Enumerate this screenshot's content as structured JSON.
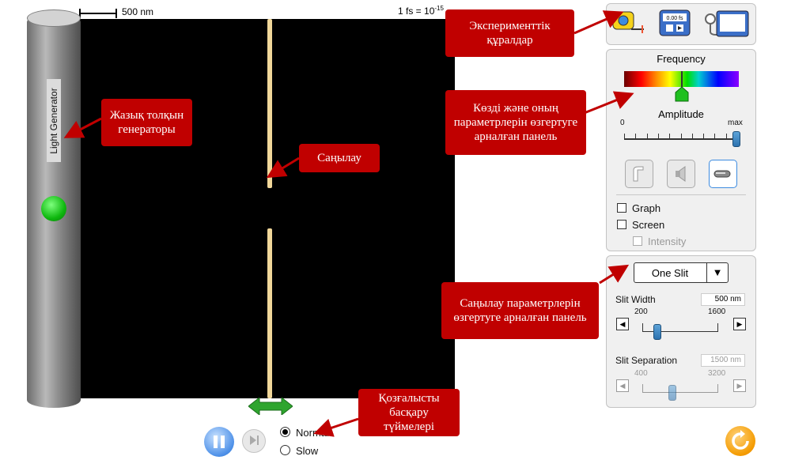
{
  "top": {
    "scale_text": "500 nm",
    "time_text": "1 fs = 10",
    "time_exp": "-15"
  },
  "generator": {
    "label": "Light Generator"
  },
  "playback": {
    "normal_label": "Normal",
    "slow_label": "Slow",
    "selected": "Normal"
  },
  "frequency": {
    "title": "Frequency"
  },
  "amplitude": {
    "title": "Amplitude",
    "min_label": "0",
    "max_label": "max",
    "value": 1.0
  },
  "options": {
    "graph_label": "Graph",
    "screen_label": "Screen",
    "intensity_label": "Intensity"
  },
  "slit": {
    "select_value": "One Slit",
    "width_label": "Slit Width",
    "width_value": "500 nm",
    "width_min": "200",
    "width_max": "1600",
    "separation_label": "Slit Separation",
    "separation_value": "1500 nm",
    "separation_min": "400",
    "separation_max": "3200"
  },
  "callouts": {
    "tools": "Эксперименттік құралдар",
    "source_panel": "Көзді және оның параметрлерін өзгертуге арналған панель",
    "generator": "Жазық толқын генераторы",
    "slit": "Саңылау",
    "slit_panel": "Саңылау параметрлерін өзгертуге арналған панель",
    "controls": "Қозғалысты басқару түймелері"
  },
  "colors": {
    "callout": "#c00000",
    "barrier": "#f1d79a",
    "accent": "#2d73b0"
  }
}
